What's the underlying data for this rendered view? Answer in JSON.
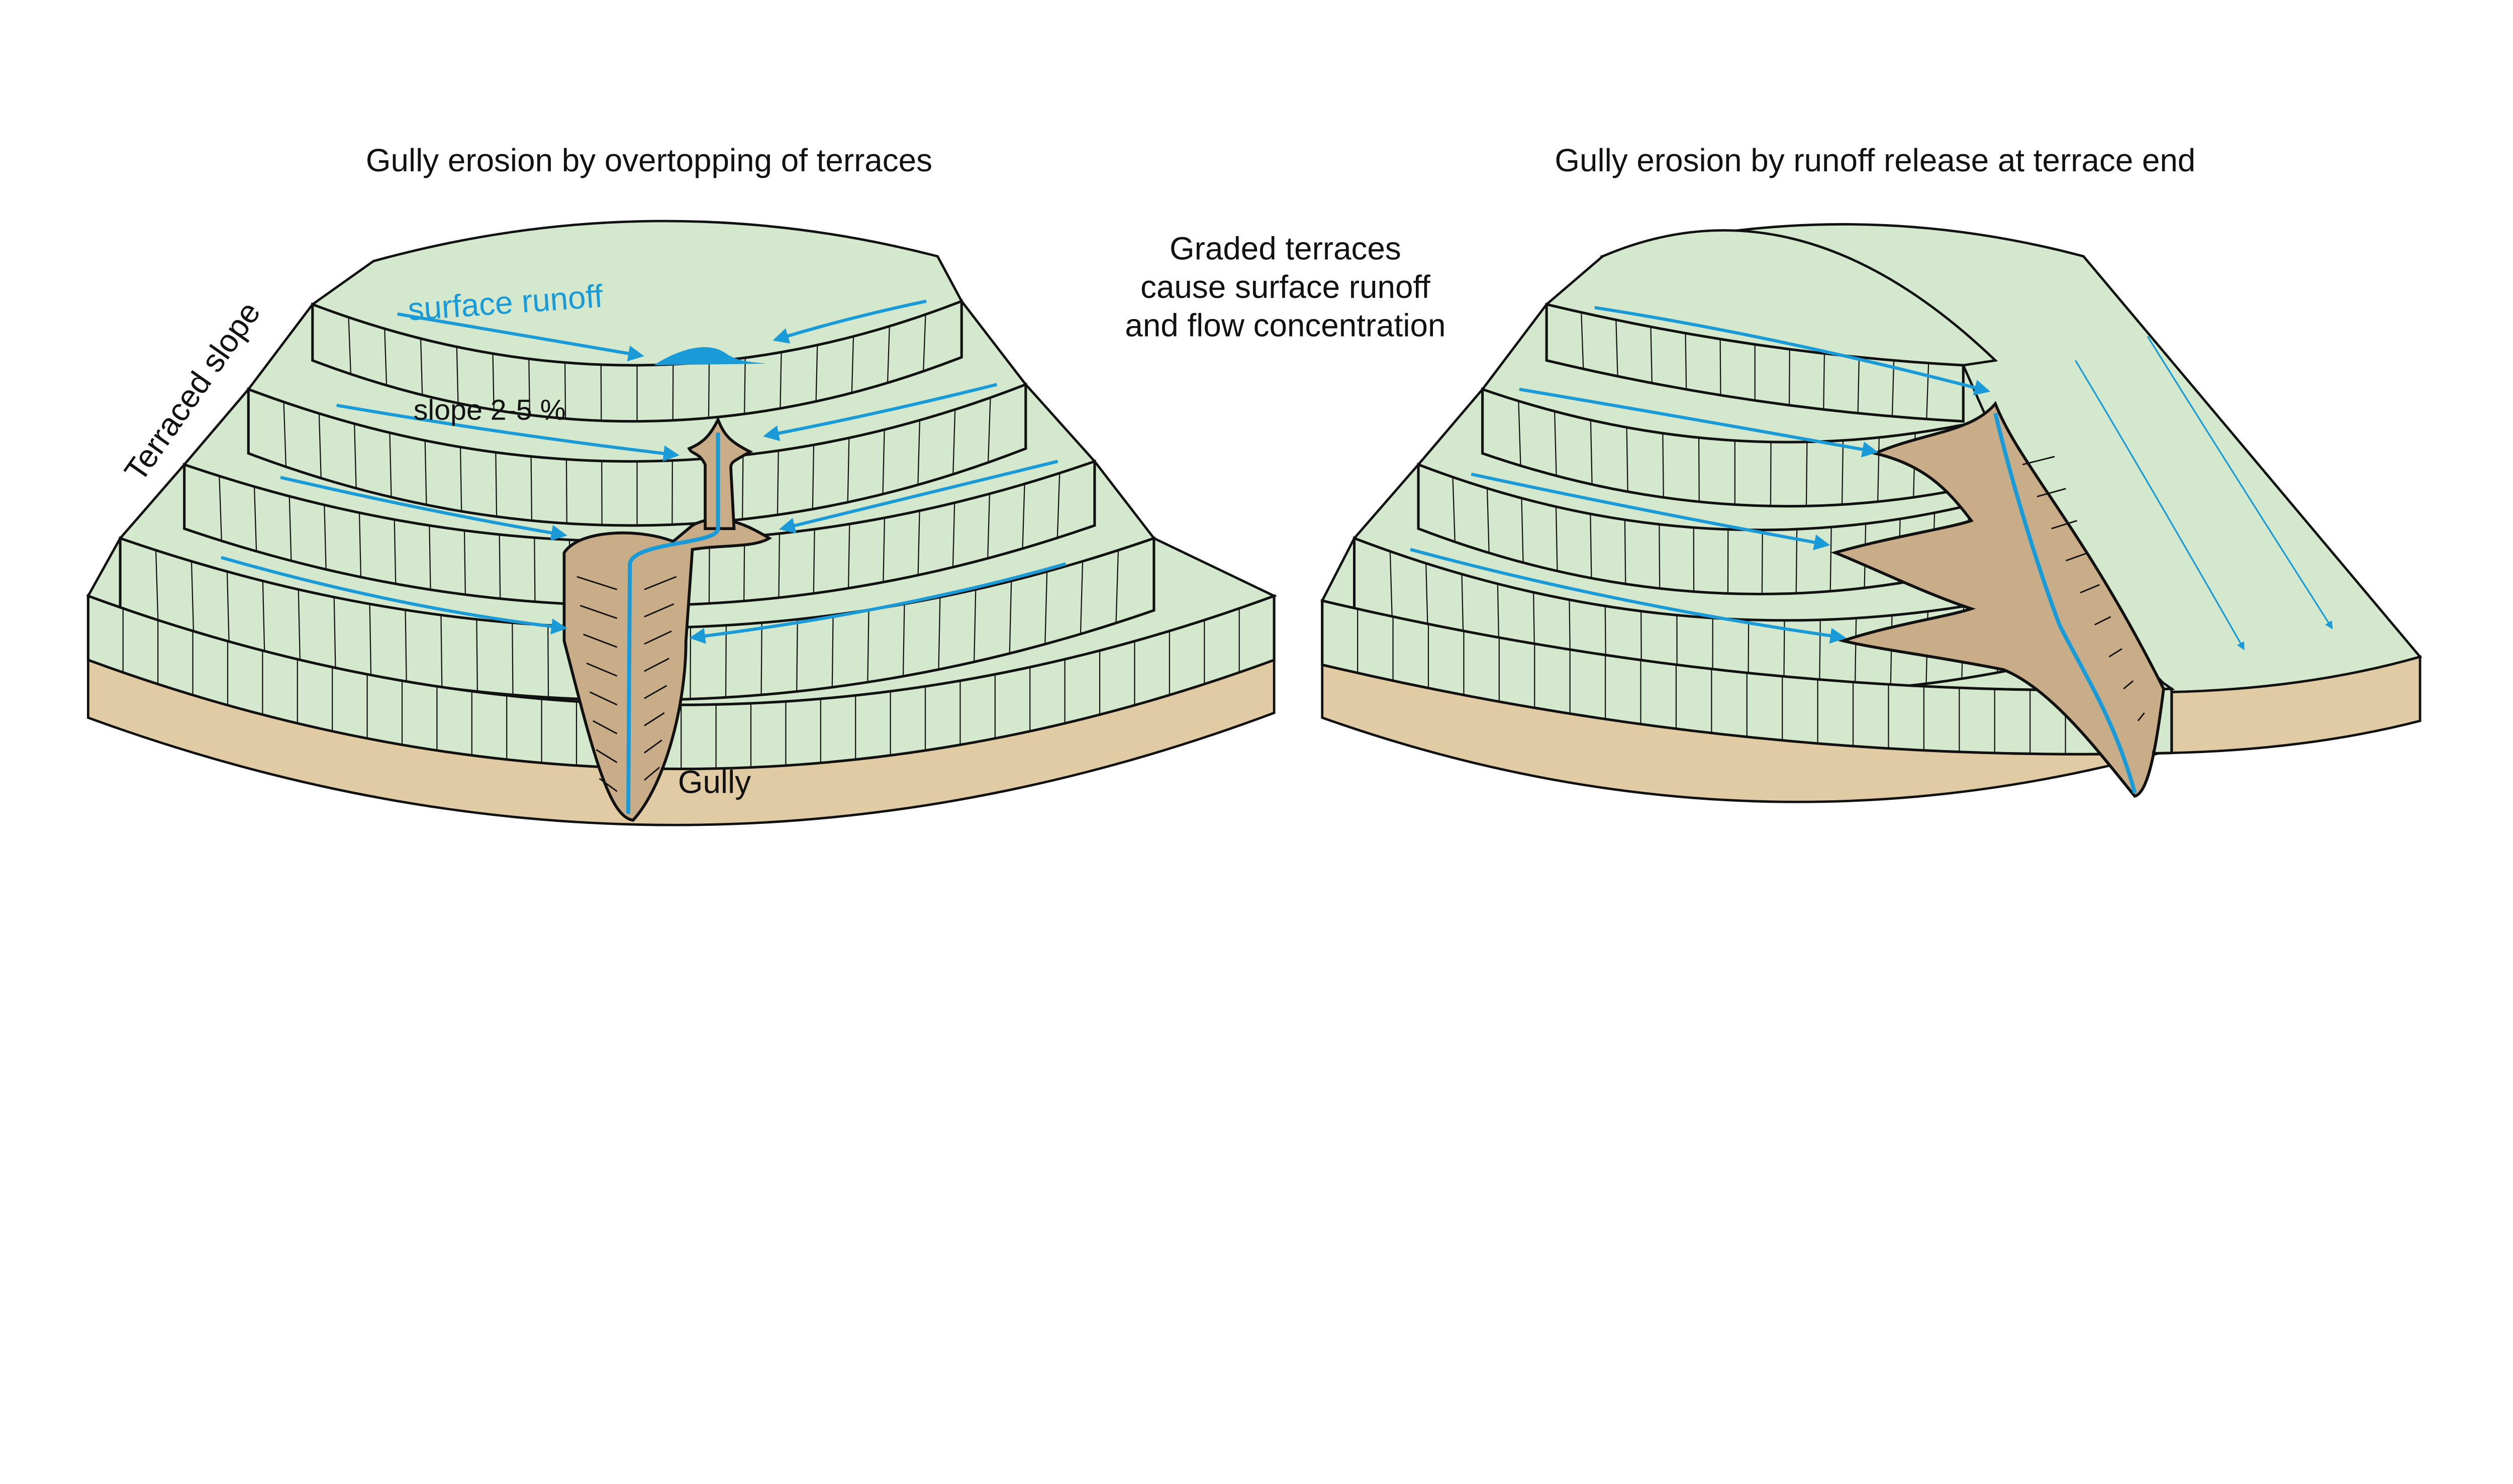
{
  "left_panel": {
    "title": "Gully erosion by overtopping of terraces",
    "labels": {
      "terraced_slope": "Terraced slope",
      "surface_runoff": "surface runoff",
      "slope": "slope 2-5 %",
      "gully": "Gully"
    }
  },
  "center_note": {
    "lines": [
      "Graded terraces",
      "cause surface runoff",
      "and flow concentration"
    ]
  },
  "right_panel": {
    "title": "Gully erosion by runoff release at terrace end"
  },
  "colors": {
    "terrace_green": "#d3e8cc",
    "soil": "#e0cba4",
    "gully_brown": "#c9ad88",
    "water_blue": "#1a9ad6",
    "outline": "#111111"
  }
}
